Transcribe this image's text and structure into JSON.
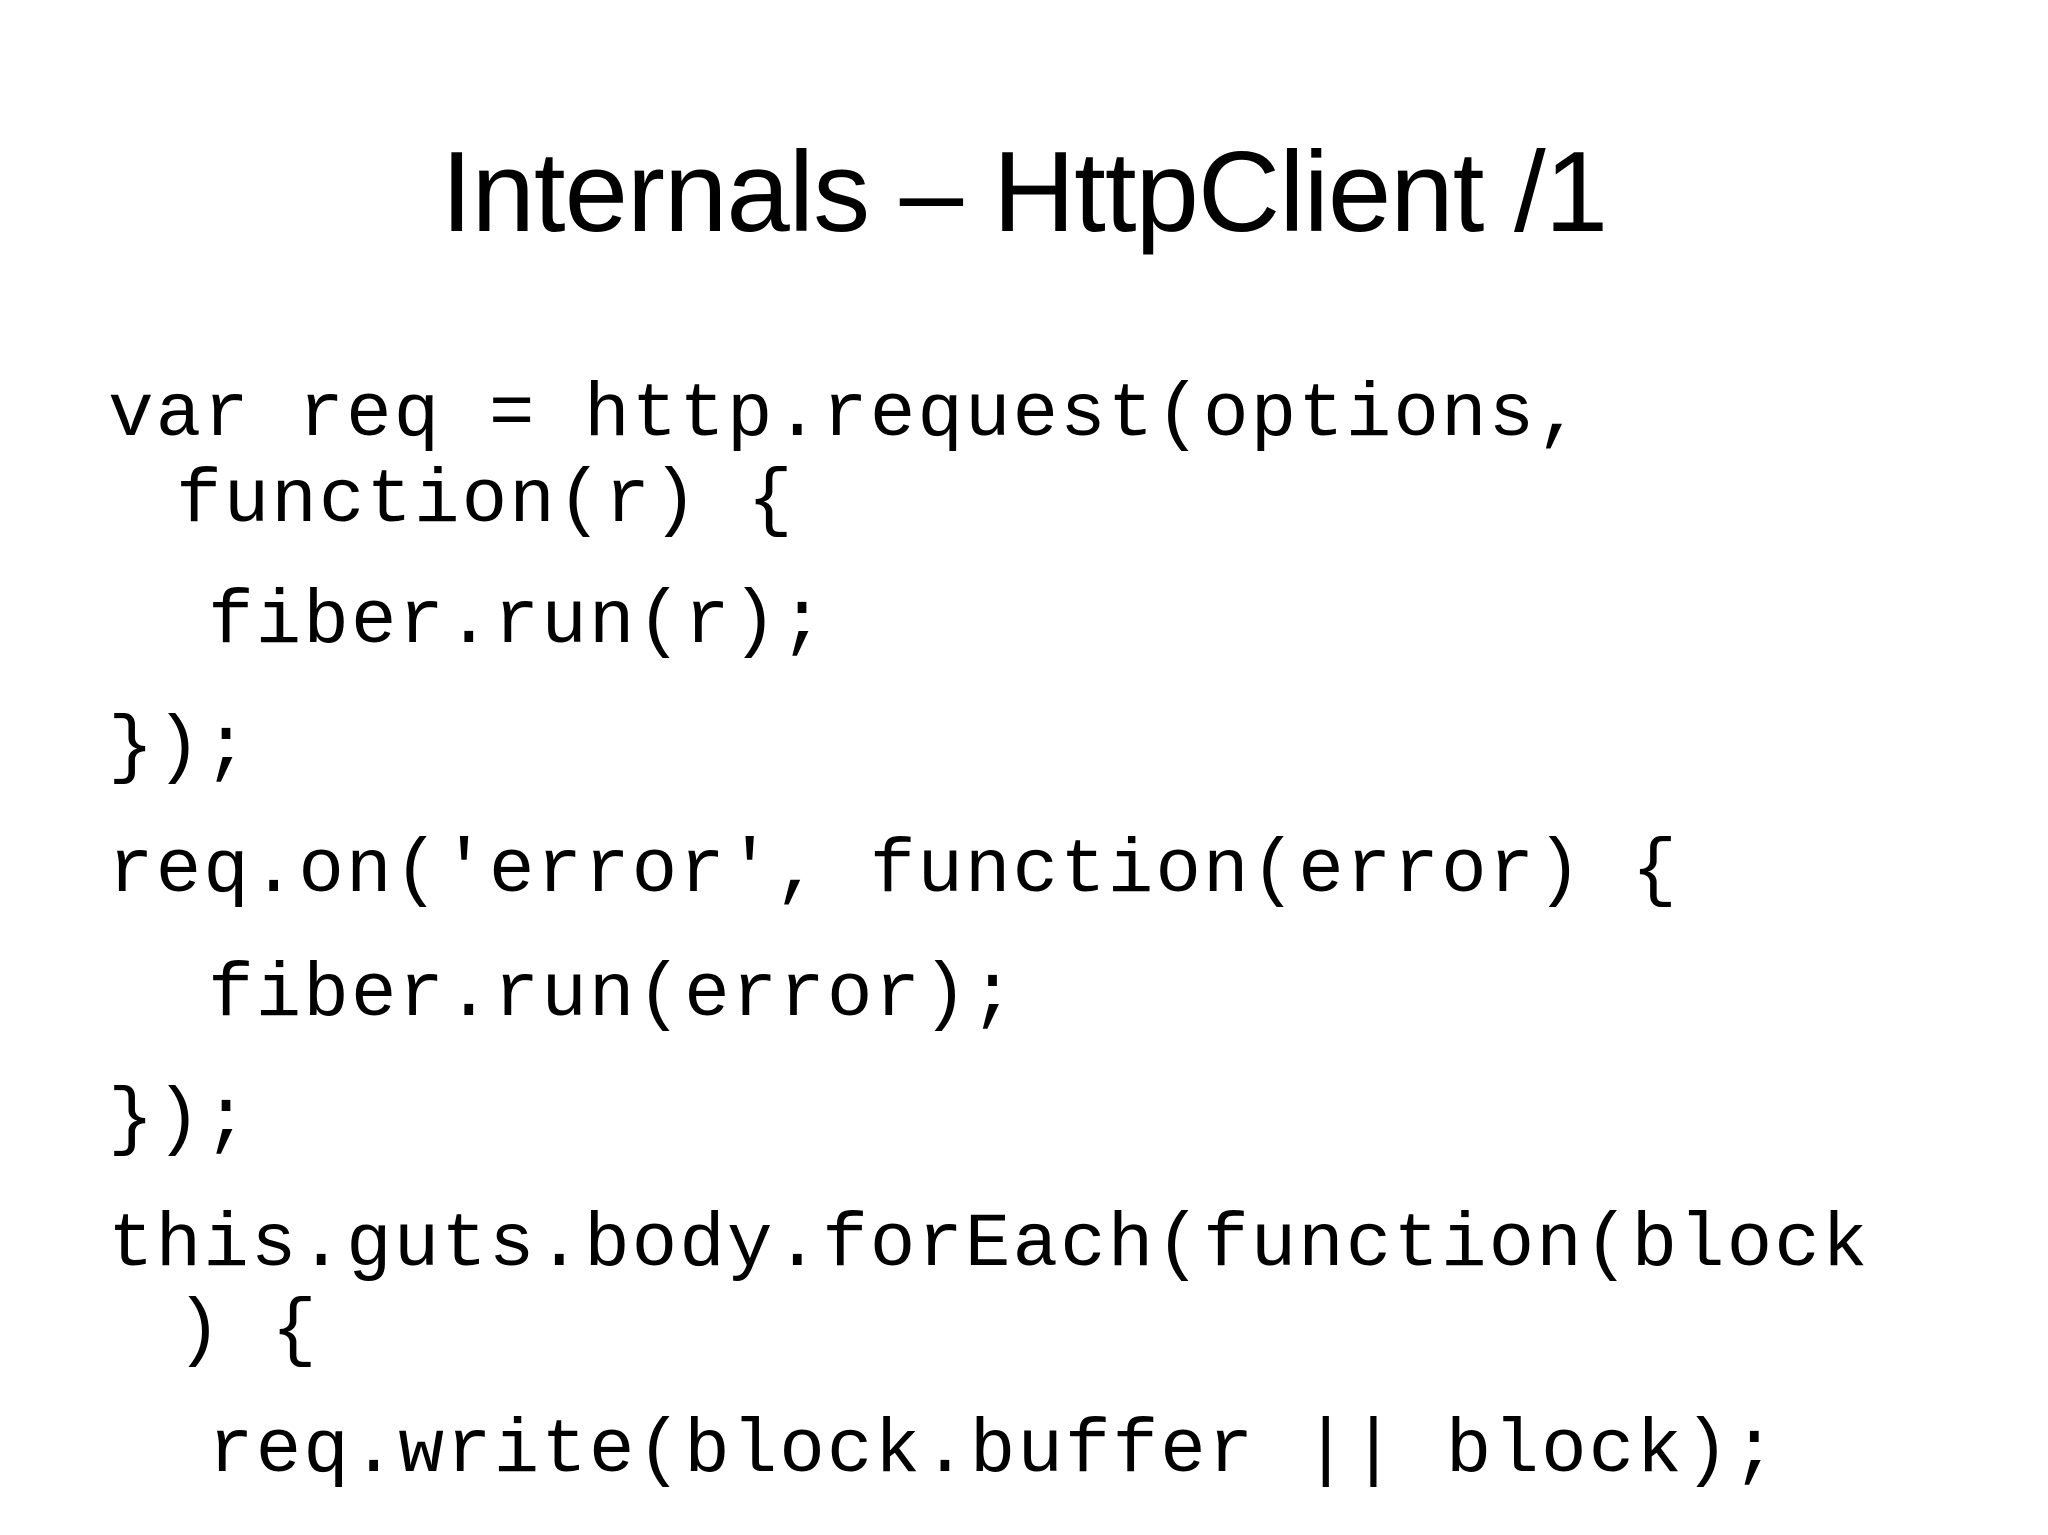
{
  "slide": {
    "title": "Internals – HttpClient /1",
    "code_lines": [
      "var req = http.request(options,",
      "function(r) {",
      "fiber.run(r);",
      "});",
      "req.on('error', function(error) {",
      "fiber.run(error);",
      "});",
      "this.guts.body.forEach(function(block",
      ") {",
      "req.write(block.buffer || block);"
    ]
  }
}
